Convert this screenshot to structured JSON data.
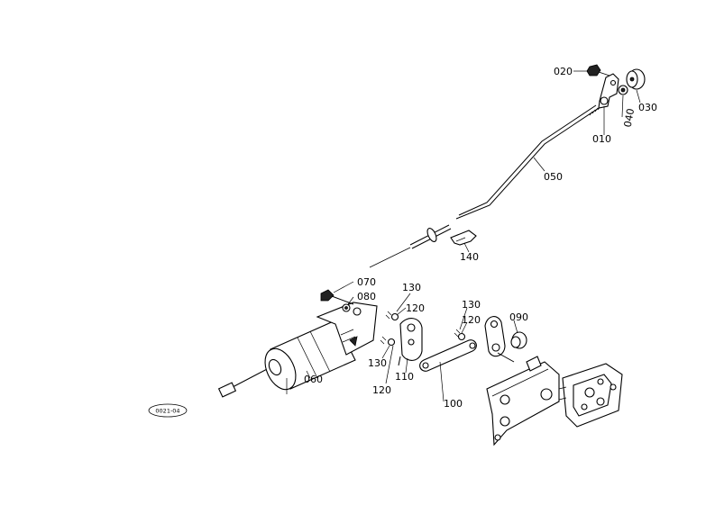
{
  "parts": {
    "p010": "010",
    "p020": "020",
    "p030": "030",
    "p040": "040",
    "p050": "050",
    "p060": "060",
    "p070": "070",
    "p080": "080",
    "p090": "090",
    "p100": "100",
    "p110": "110",
    "p120a": "120",
    "p120b": "120",
    "p120c": "120",
    "p130a": "130",
    "p130b": "130",
    "p130c": "130",
    "p140": "140"
  },
  "reference_code": "0021-04"
}
